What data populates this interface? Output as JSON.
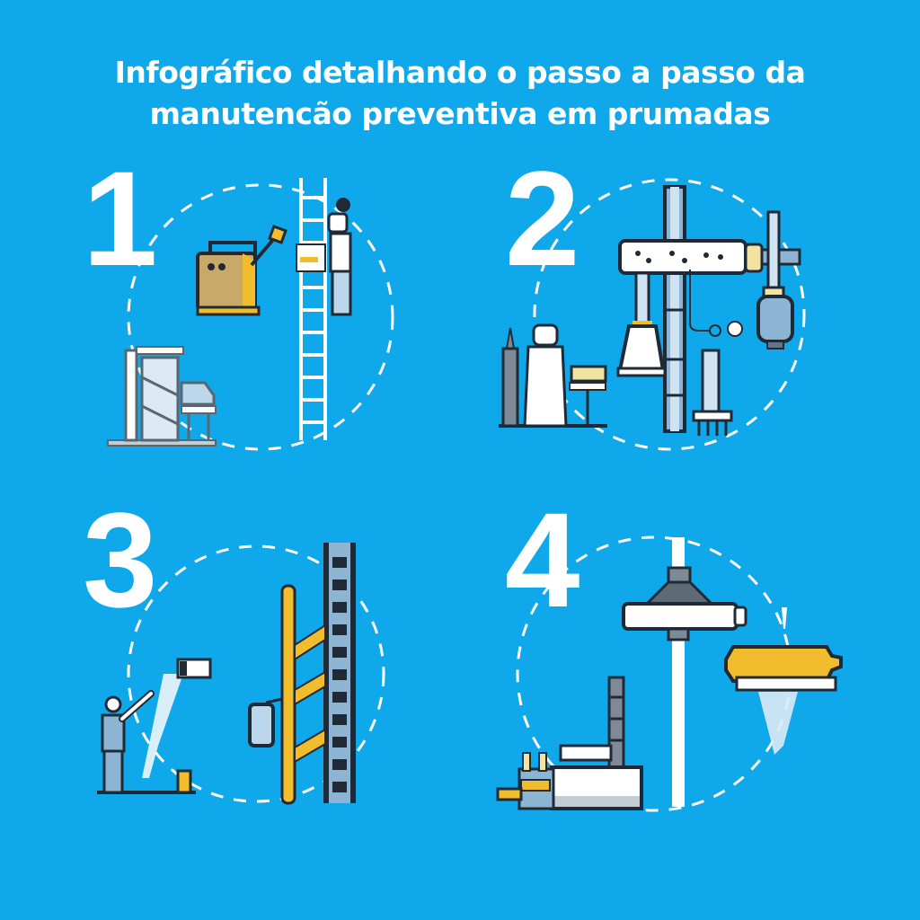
{
  "title": {
    "line1": "Infográfico detalhando o passo a passo da",
    "line2": "manutencão preventiva em prumadas"
  },
  "colors": {
    "background": "#0fa8ea",
    "primary_text": "#ffffff",
    "accent_yellow": "#f2bd2c",
    "outline": "#1f2a36",
    "pipe_light": "#cfe3f2",
    "pipe_mid": "#8db5d3"
  },
  "steps": [
    {
      "number": "1",
      "icons": [
        "generator-icon",
        "ladder-icon",
        "worker-on-ladder-icon",
        "machinery-icon"
      ]
    },
    {
      "number": "2",
      "icons": [
        "pipe-manifold-icon",
        "valve-bell-icon",
        "pressure-tank-icon",
        "worker-icon",
        "filter-icon"
      ]
    },
    {
      "number": "3",
      "icons": [
        "worker-spraying-icon",
        "yellow-riser-pipe-icon",
        "ladder-tower-icon",
        "tank-icon"
      ]
    },
    {
      "number": "4",
      "icons": [
        "pipe-junction-icon",
        "yellow-nozzle-icon",
        "pump-station-icon",
        "spray-icon"
      ]
    }
  ]
}
